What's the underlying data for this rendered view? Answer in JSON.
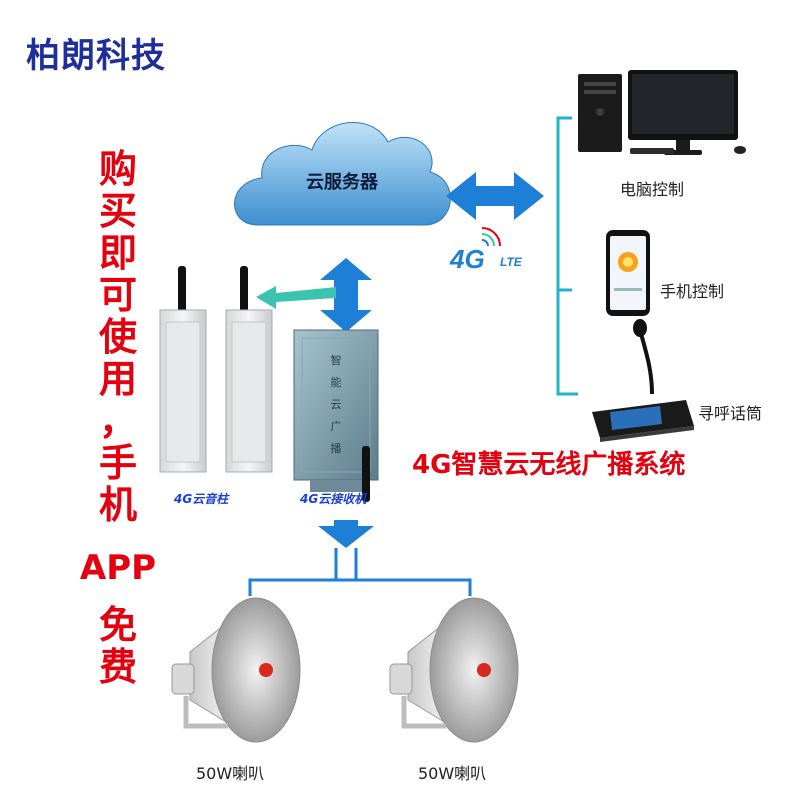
{
  "brand": "柏朗科技",
  "promo_chars": [
    "购",
    "买",
    "即",
    "可",
    "使",
    "用",
    "，",
    "手",
    "机"
  ],
  "promo_app": "APP",
  "promo_free": [
    "免",
    "费"
  ],
  "cloud_label": "云服务器",
  "lte_label": "4G",
  "lte_sub": "LTE",
  "nodes": {
    "pc": "电脑控制",
    "phone": "手机控制",
    "mic": "寻呼话筒",
    "column": "4G云音柱",
    "receiver": "4G云接收机",
    "receiver_face": [
      "智",
      "能",
      "云",
      "广",
      "播"
    ],
    "speaker_left": "50W喇叭",
    "speaker_right": "50W喇叭"
  },
  "system_title": "4G智慧云无线广播系统",
  "colors": {
    "brand": "#1e2e9a",
    "promo": "#e4000f",
    "arrow_blue": "#1e7fd6",
    "bracket": "#22b3c9",
    "arrow_teal": "#3cc3b0",
    "cloud": "#3d8fd0"
  }
}
